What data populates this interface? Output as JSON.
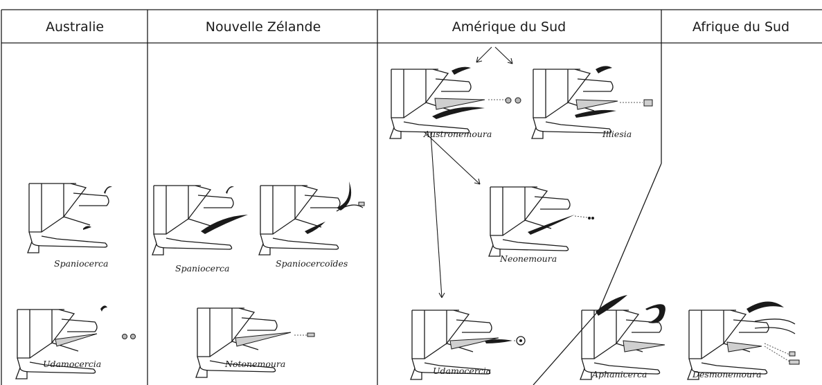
{
  "regions": {
    "australia": "Australie",
    "new_zealand": "Nouvelle Zélande",
    "south_america": "Amérique du Sud",
    "south_africa": "Afrique du Sud"
  },
  "genera": {
    "spaniocerca_au": "Spaniocerca",
    "udamocercia_au": "Udamocercia",
    "spaniocerca_nz": "Spaniocerca",
    "spaniocercoides": "Spaniocercoïdes",
    "notonemoura": "Notonemoura",
    "austronemoura": "Austronemoura",
    "illiesia": "Illiesia",
    "neonemoura": "Neonemoura",
    "udamocercia_sa": "Udamocercia",
    "aphanicerca": "Aphanicerca",
    "desmonemoura": "Desmonemoura"
  }
}
